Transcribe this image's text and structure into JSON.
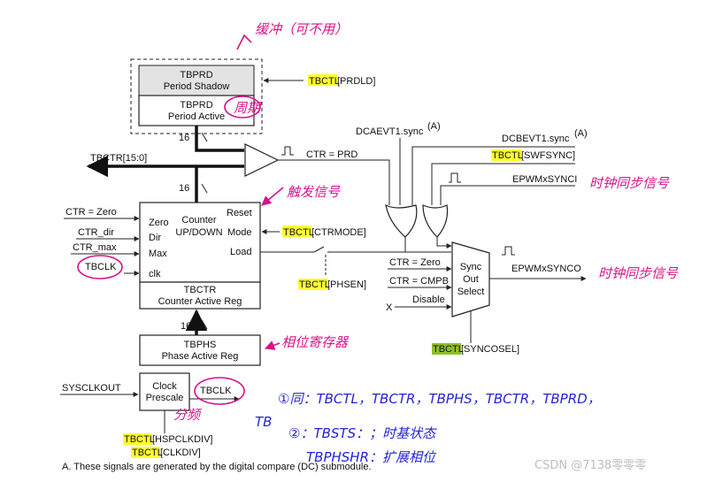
{
  "tbprd_shadow": {
    "title": "TBPRD",
    "sub": "Period Shadow"
  },
  "tbprd_active": {
    "title": "TBPRD",
    "sub": "Period Active"
  },
  "tbctl_prdld": {
    "reg": "TBCTL",
    "field": "[PRDLD]"
  },
  "bus_width_1": "16",
  "bus_width_2": "16",
  "bus_width_3": "16",
  "tbctr_bus": "TBCTR[15:0]",
  "ctr_prd": "CTR = PRD",
  "counter": {
    "title1": "Counter",
    "title2": "UP/DOWN",
    "in_zero": "Zero",
    "in_dir": "Dir",
    "in_max": "Max",
    "in_clk": "clk",
    "out_reset": "Reset",
    "out_mode": "Mode",
    "out_load": "Load",
    "reg_title": "TBCTR",
    "reg_sub": "Counter Active Reg"
  },
  "inputs": {
    "ctr_zero": "CTR = Zero",
    "ctr_dir": "CTR_dir",
    "ctr_max": "CTR_max",
    "tbclk": "TBCLK"
  },
  "tbctl_ctrmode": {
    "reg": "TBCTL",
    "field": "[CTRMODE]"
  },
  "tbctl_phsen": {
    "reg": "TBCTL",
    "field": "[PHSEN]"
  },
  "tbphs": {
    "title": "TBPHS",
    "sub": "Phase Active Reg"
  },
  "clock": {
    "sysclkout": "SYSCLKOUT",
    "title1": "Clock",
    "title2": "Prescale",
    "tbclk": "TBCLK"
  },
  "tbctl_hspclkdiv": {
    "reg": "TBCTL",
    "field": "[HSPCLKDIV]"
  },
  "tbctl_clkdiv": {
    "reg": "TBCTL",
    "field": "[CLKDIV]"
  },
  "footnote": "A.  These signals are generated by the digital compare (DC) submodule.",
  "sync": {
    "dcaevt": "DCAEVT1.sync",
    "dcbevt": "DCBEVT1.sync",
    "sup_a": "(A)",
    "swfsync_reg": "TBCTL",
    "swfsync_field": "[SWFSYNC]",
    "epwmxsynci": "EPWMxSYNCI",
    "block1": "Sync",
    "block2": "Out",
    "block3": "Select",
    "in_zero": "CTR = Zero",
    "in_cmpb": "CTR = CMPB",
    "in_x": "X",
    "in_disable": "Disable",
    "out": "EPWMxSYNCO",
    "syncosel_reg": "TBCTL",
    "syncosel_field": "[SYNCOSEL]"
  },
  "notes": {
    "shadow": "缓冲（可不用）",
    "active": "周期",
    "trigger": "触发信号",
    "sync_in": "时钟同步信号",
    "sync_out": "时钟同步信号",
    "phase": "相位寄存器",
    "divide": "分频",
    "list_prefix": "TB",
    "list_1": "①同：TBCTL，TBCTR，TBPHS，TBCTR，TBPRD，",
    "list_2": "②：TBSTS：；时基状态",
    "list_3": "TBPHSHR：扩展相位"
  },
  "watermark": "CSDN @7138零零零",
  "colors": {
    "highlight": "#ffff2e",
    "highlight_green": "#8fbf2a",
    "annotation_pink": "#d6138a",
    "annotation_blue": "#2424d6"
  }
}
